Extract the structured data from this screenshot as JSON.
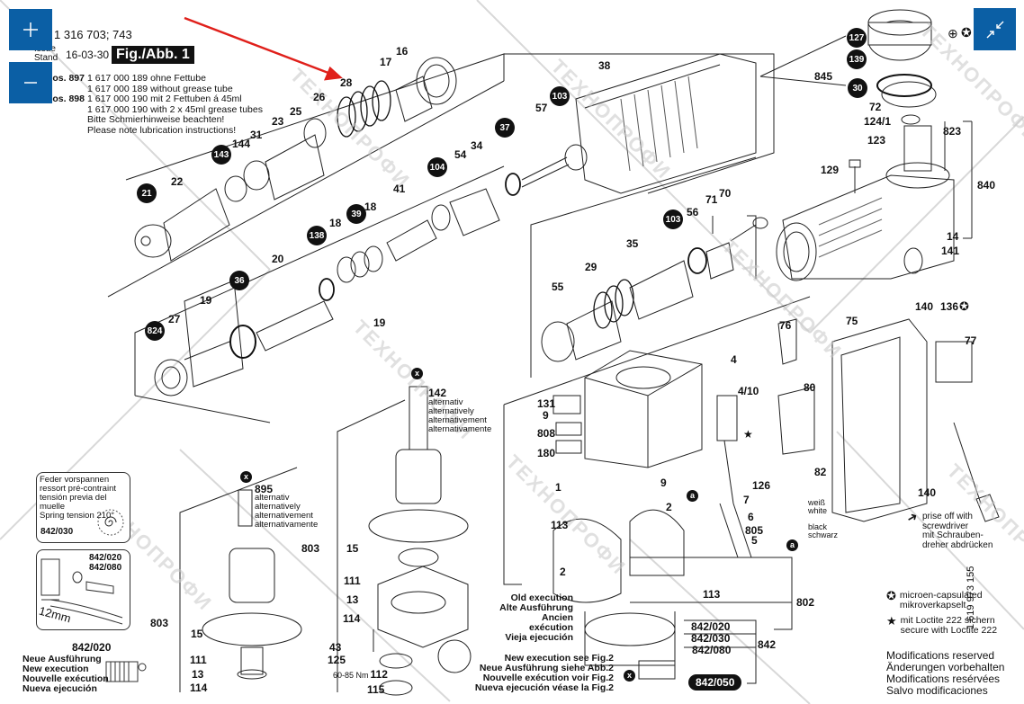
{
  "header": {
    "part_number": "1 316 703; 743",
    "issue_label_top": "Issue",
    "issue_label_bottom": "Stand",
    "issue_date": "16-03-30",
    "figure_label": "Fig./Abb. 1",
    "pos_lines": [
      {
        "pos": "Pos. 897",
        "text": "1 617 000 189 ohne Fettube"
      },
      {
        "pos": "",
        "text": "1 617 000 189 without grease tube"
      },
      {
        "pos": "Pos. 898",
        "text": "1 617 000 190 mit 2 Fettuben á 45ml"
      },
      {
        "pos": "",
        "text": "1 617 000 190 with 2 x 45ml grease tubes"
      },
      {
        "pos": "",
        "text": "Bitte Schmierhinweise beachten!"
      },
      {
        "pos": "",
        "text": "Please note lubrication instructions!"
      }
    ]
  },
  "controls": {
    "zoom_in_icon": "plus-icon",
    "zoom_out_icon": "minus-icon",
    "collapse_icon": "collapse-arrows-icon",
    "accent_color": "#0b5fa5",
    "arrow_color": "#e0201b"
  },
  "part_labels": {
    "p16": "16",
    "p17": "17",
    "p28": "28",
    "p26": "26",
    "p25": "25",
    "p23": "23",
    "p31": "31",
    "p144": "144",
    "p22": "22",
    "p38": "38",
    "p57": "57",
    "p54": "54",
    "p34": "34",
    "p41": "41",
    "p18a": "18",
    "p18b": "18",
    "p20": "20",
    "p19a": "19",
    "p19b": "19",
    "p27": "27",
    "p71": "71",
    "p70": "70",
    "p56": "56",
    "p35": "35",
    "p29": "29",
    "p55": "55",
    "p845": "845",
    "p72": "72",
    "p124_1": "124/1",
    "p123": "123",
    "p823": "823",
    "p129": "129",
    "p840": "840",
    "p14": "14",
    "p141": "141",
    "p76": "76",
    "p75": "75",
    "p140a": "140",
    "p136": "136",
    "p77": "77",
    "p4": "4",
    "p4_10": "4/10",
    "p80": "80",
    "p131": "131",
    "p9a": "9",
    "p808": "808",
    "p180": "180",
    "p1": "1",
    "p9b": "9",
    "p142": "142",
    "p82": "82",
    "p126": "126",
    "p7": "7",
    "p6": "6",
    "p805": "805",
    "p5": "5",
    "p140b": "140",
    "p113a": "113",
    "p2a": "2",
    "p2b": "2",
    "p113b": "113",
    "p802": "802",
    "p842": "842",
    "p842_020": "842/020",
    "p842_030": "842/030",
    "p842_080": "842/080",
    "p842_050": "842/050",
    "p895": "895",
    "p803a": "803",
    "p803b": "803",
    "p15a": "15",
    "p111a": "111",
    "p13a": "13",
    "p114a": "114",
    "p15b": "15",
    "p111b": "111",
    "p13b": "13",
    "p114b": "114",
    "p43": "43",
    "p125": "125",
    "p112": "112",
    "p115": "115",
    "torque": "60-85 Nm"
  },
  "bubbles": {
    "b21": "21",
    "b143": "143",
    "b103a": "103",
    "b37": "37",
    "b104": "104",
    "b39": "39",
    "b138": "138",
    "b36": "36",
    "b824": "824",
    "b103b": "103",
    "b127": "127",
    "b139": "139",
    "b30": "30"
  },
  "alternatives": {
    "a142": [
      "alternativ",
      "alternatively",
      "alternativement",
      "alternativamente"
    ],
    "a895": [
      "alternativ",
      "alternatively",
      "alternativement",
      "alternativamente"
    ]
  },
  "wire_labels": {
    "white": [
      "weiß",
      "white"
    ],
    "black": [
      "black",
      "schwarz"
    ],
    "marker_a": "a",
    "marker_x": "x"
  },
  "spring_note": {
    "lines": [
      "Feder vorspannen",
      "ressort pré-contraint",
      "tensión previa del muelle",
      "Spring tension"
    ],
    "angle": "210°",
    "part": "842/030"
  },
  "clip_note": {
    "parts": [
      "842/020",
      "842/080"
    ],
    "dimension": "12mm"
  },
  "new_exec_note": {
    "part": "842/020",
    "lines": [
      "Neue Ausführung",
      "New execution",
      "Nouvelle exécution",
      "Nueva ejecución"
    ]
  },
  "old_exec_note": {
    "lines": [
      "Old execution",
      "Alte Ausführung",
      "Ancien exécution",
      "Vieja ejecución"
    ]
  },
  "new_exec_fig2": {
    "lines": [
      "New execution see Fig.2",
      "Neue Ausführung siehe Abb.2",
      "Nouvelle exécution voir Fig.2",
      "Nueva ejecución véase la Fig.2"
    ]
  },
  "prise_note": {
    "lines": [
      "prise off with",
      "screwdriver",
      "mit Schrauben-",
      "dreher abdrücken"
    ]
  },
  "legend": {
    "microencap": [
      "microen-capsulated",
      "mikroverkapselt"
    ],
    "loctite": [
      "mit Loctite 222 sichern",
      "secure with Loctite 222"
    ]
  },
  "doc_number": "1 619 973 155",
  "modifications": [
    "Modifications reserved",
    "Änderungen vorbehalten",
    "Modifications resérvées",
    "Salvo modificaciones"
  ],
  "watermark_text": "ТЕХНОПРОФИ"
}
